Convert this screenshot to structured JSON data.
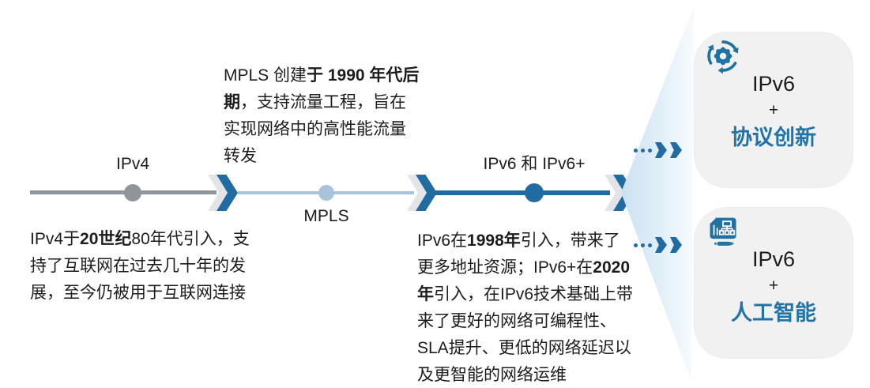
{
  "colors": {
    "primary_blue": "#1f6ba2",
    "light_blue": "#a9c3da",
    "gray": "#8f959b",
    "funnel_blue": "#cbe2f2",
    "card_background": "#f1f1f2",
    "card_accent_text": "#2274a7",
    "body_text": "#1c1c1c"
  },
  "timeline": {
    "stages": [
      {
        "label": "IPv4",
        "description": [
          {
            "t": "IPv4于"
          },
          {
            "t": "20世纪",
            "b": true
          },
          {
            "t": "80年代引入，支持了互联网在过去几十年的发展，至今仍被用于互联网连接"
          }
        ]
      },
      {
        "label": "MPLS",
        "description": [
          {
            "t": "MPLS 创建"
          },
          {
            "t": "于 1990 年代后期",
            "b": true
          },
          {
            "t": "，支持流量工程，旨在实现网络中的高性能流量转发"
          }
        ]
      },
      {
        "label": "IPv6 和 IPv6+",
        "description": [
          {
            "t": "IPv6在"
          },
          {
            "t": "1998年",
            "b": true
          },
          {
            "t": "引入，带来了更多地址资源；IPv6+在"
          },
          {
            "t": "2020年",
            "b": true
          },
          {
            "t": "引入，在IPv6技术基础上带来了更好的网络可编程性、SLA提升、更低的网络延迟以及更智能的网络运维"
          }
        ]
      }
    ]
  },
  "outcomes": [
    {
      "icon": "cycle-gear-icon",
      "title": "IPv6",
      "plus": "+",
      "subtitle": "协议创新"
    },
    {
      "icon": "ai-board-icon",
      "title": "IPv6",
      "plus": "+",
      "subtitle": "人工智能"
    }
  ]
}
